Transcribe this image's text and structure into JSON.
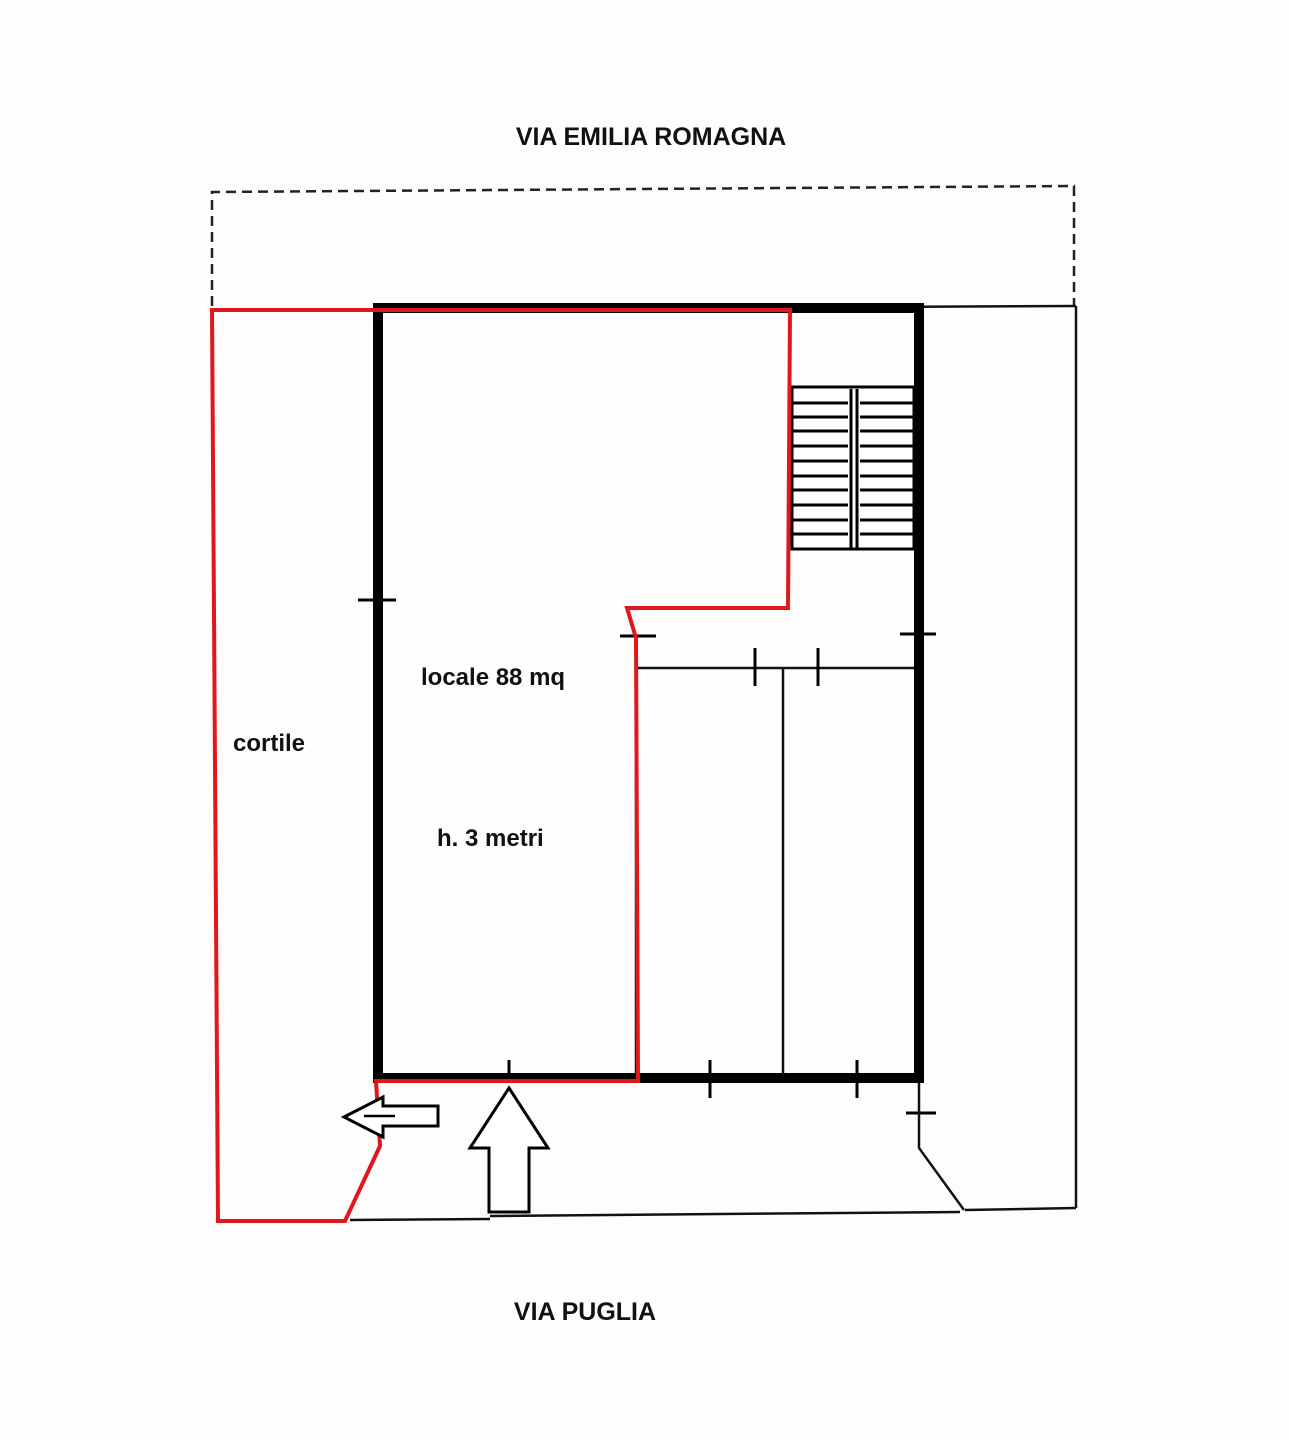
{
  "labels": {
    "street_top": "VIA EMILIA ROMAGNA",
    "street_bottom": "VIA PUGLIA",
    "courtyard": "cortile",
    "room_area": "locale 88 mq",
    "room_height": "h. 3 metri"
  },
  "colors": {
    "wall": "#000000",
    "highlight": "#e0181c",
    "background": "#fdfdfd",
    "text": "#111111"
  },
  "icons": {
    "entrance_arrow": "arrow-up-outline",
    "exit_arrow": "arrow-left-outline",
    "stairs": "staircase"
  }
}
